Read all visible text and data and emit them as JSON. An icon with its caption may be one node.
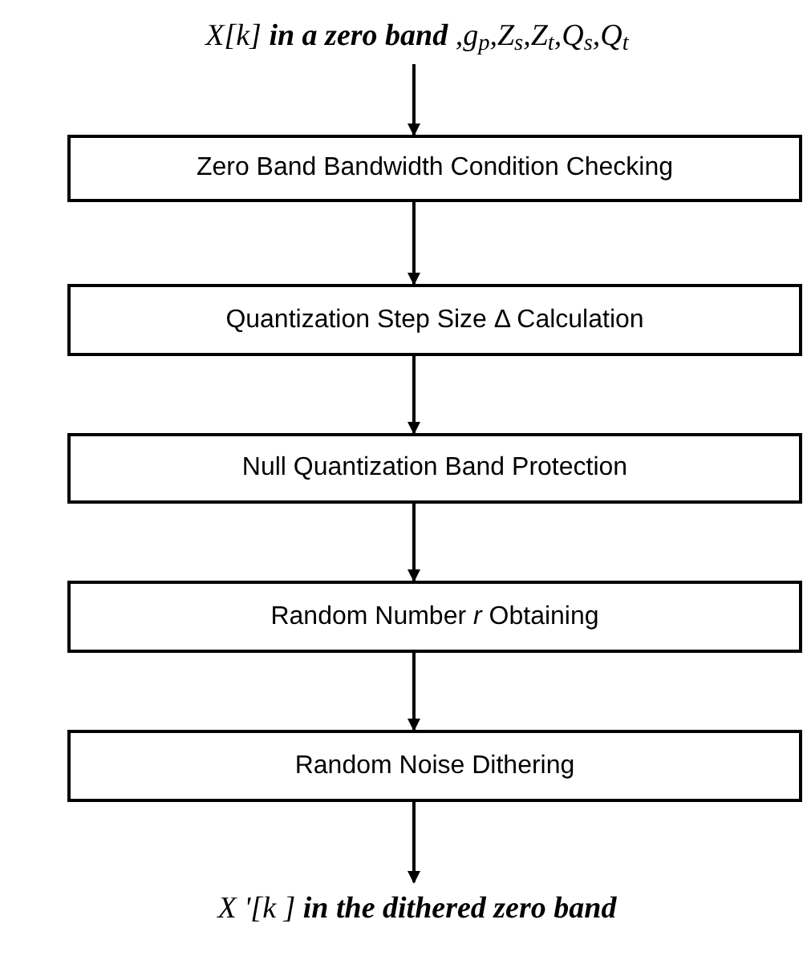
{
  "diagram": {
    "nodes": [
      {
        "text": [
          "X[k] **in a zero band** ,g$_{p}$,Z$_{s}$,Z$_{t}$,Q$_{s}$,Q$_{t}$"
        ]
      },
      {
        "text": [
          "Zero Band Bandwidth Condition Checking"
        ]
      },
      {
        "text": [
          "Quantization Step Size Δ Calculation"
        ]
      },
      {
        "text": [
          "Null Quantization Band Protection"
        ]
      },
      {
        "text": [
          "Random Number *r* Obtaining"
        ]
      },
      {
        "text": [
          "Random Noise Dithering"
        ]
      },
      {
        "text": [
          "X '[k ] **in the dithered zero band**"
        ]
      }
    ],
    "edges": [
      {
        "from": 0,
        "to": 1,
        "arrow": "to"
      },
      {
        "from": 1,
        "to": 2,
        "arrow": "to"
      },
      {
        "from": 2,
        "to": 3,
        "arrow": "to"
      },
      {
        "from": 3,
        "to": 4,
        "arrow": "to"
      },
      {
        "from": 4,
        "to": 5,
        "arrow": "to"
      },
      {
        "from": 5,
        "to": 6,
        "arrow": "to"
      }
    ]
  }
}
